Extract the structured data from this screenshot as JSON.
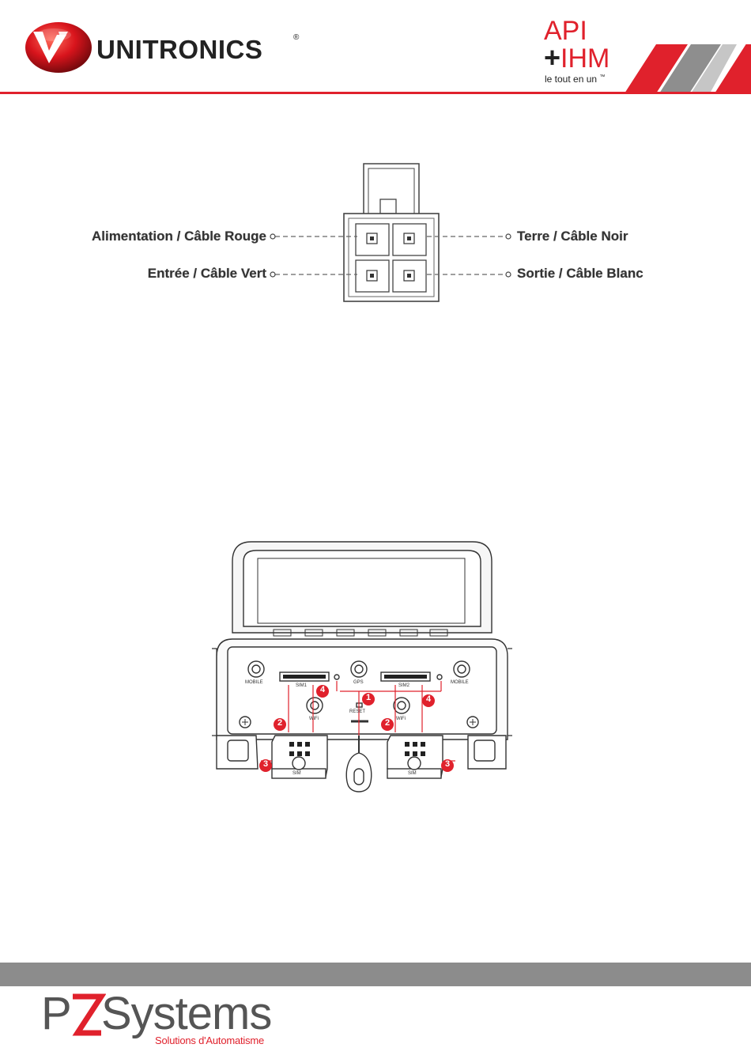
{
  "header": {
    "brand_name": "UNITRONICS",
    "brand_reg": "®",
    "api_text": "API",
    "ihm_plus": "+",
    "ihm_text": "IHM",
    "tagline": "le tout en un",
    "tagline_tm": "™",
    "accent_color": "#e0212c"
  },
  "connector": {
    "left_top": "Alimentation / Câble Rouge",
    "left_bottom": "Entrée / Câble Vert",
    "right_top": "Terre / Câble Noir",
    "right_bottom": "Sortie / Câble Blanc"
  },
  "router": {
    "port_mobile_left": "MOBILE",
    "port_mobile_right": "MOBILE",
    "port_gps": "GPS",
    "port_wifi_left": "WiFi",
    "port_wifi_right": "WiFi",
    "slot_sim1": "SIM1",
    "slot_sim2": "SIM2",
    "reset_label": "RESET",
    "tray_left": "SIM",
    "tray_right": "SIM",
    "callout_1": "1",
    "callout_2a": "2",
    "callout_2b": "2",
    "callout_3a": "3",
    "callout_3b": "3",
    "callout_4a": "4",
    "callout_4b": "4"
  },
  "footer": {
    "logo_p": "P",
    "logo_systems": "Systems",
    "logo_sub": "Solutions d'Automatisme"
  }
}
